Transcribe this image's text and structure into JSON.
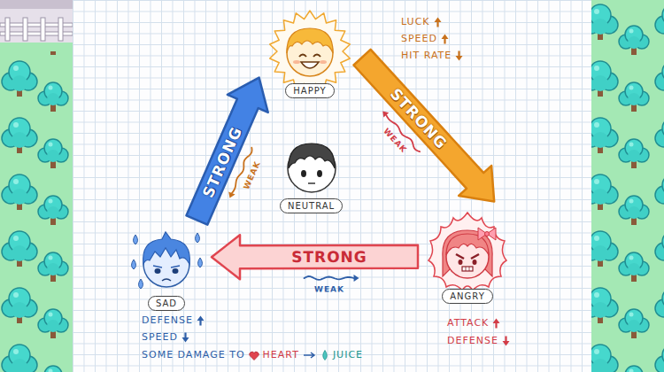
{
  "diagram": {
    "nodes": [
      {
        "text": [
          "HAPPY"
        ]
      },
      {
        "text": [
          "NEUTRAL"
        ]
      },
      {
        "text": [
          "SAD"
        ]
      },
      {
        "text": [
          "ANGRY"
        ]
      }
    ],
    "edges": [
      {
        "from": 0,
        "to": 3,
        "arrow": "to",
        "label": "STRONG"
      },
      {
        "from": 3,
        "to": 2,
        "arrow": "to",
        "label": "STRONG"
      },
      {
        "from": 2,
        "to": 0,
        "arrow": "to",
        "label": "STRONG"
      }
    ],
    "labels": [
      "LUCK",
      "SPEED",
      "HIT RATE",
      "WEAK",
      "WEAK",
      "WEAK",
      "DEFENSE",
      "SPEED",
      "SOME DAMAGE TO",
      "HEART",
      "JUICE",
      "ATTACK",
      "DEFENSE"
    ]
  }
}
